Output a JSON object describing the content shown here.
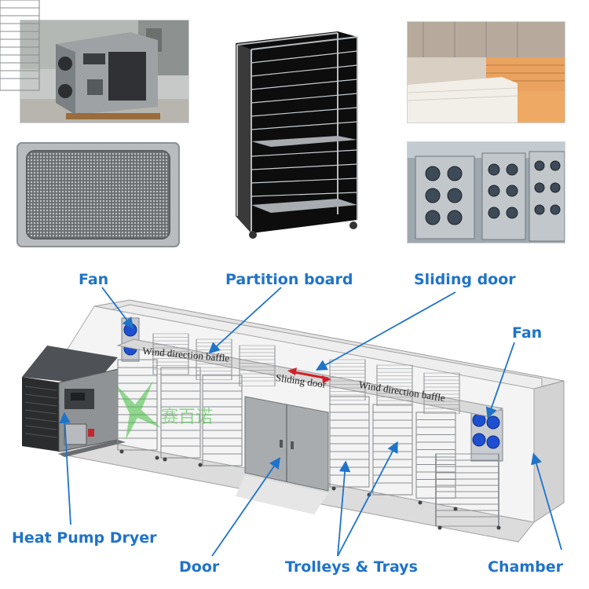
{
  "photos": {
    "heat_pump_unit": "heat pump dryer unit photo",
    "tray": "perforated tray photo",
    "trolley": "trolley with trays photo",
    "panels": "insulation panels photo",
    "fan_wall": "fan wall photo"
  },
  "callouts": {
    "fan_left": "Fan",
    "partition_board": "Partition board",
    "sliding_door": "Sliding door",
    "fan_right": "Fan",
    "heat_pump_dryer": "Heat Pump Dryer",
    "door": "Door",
    "trolleys_trays": "Trolleys & Trays",
    "chamber": "Chamber"
  },
  "inside_labels": {
    "baffle_left": "Wind direction baffle",
    "sliding_door": "Sliding door",
    "baffle_right": "Wind direction baffle"
  },
  "watermark": "赛百诺",
  "colors": {
    "callout": "#1f73c9",
    "fan_blue": "#1d4fd0",
    "arrow_red": "#d0202a"
  }
}
